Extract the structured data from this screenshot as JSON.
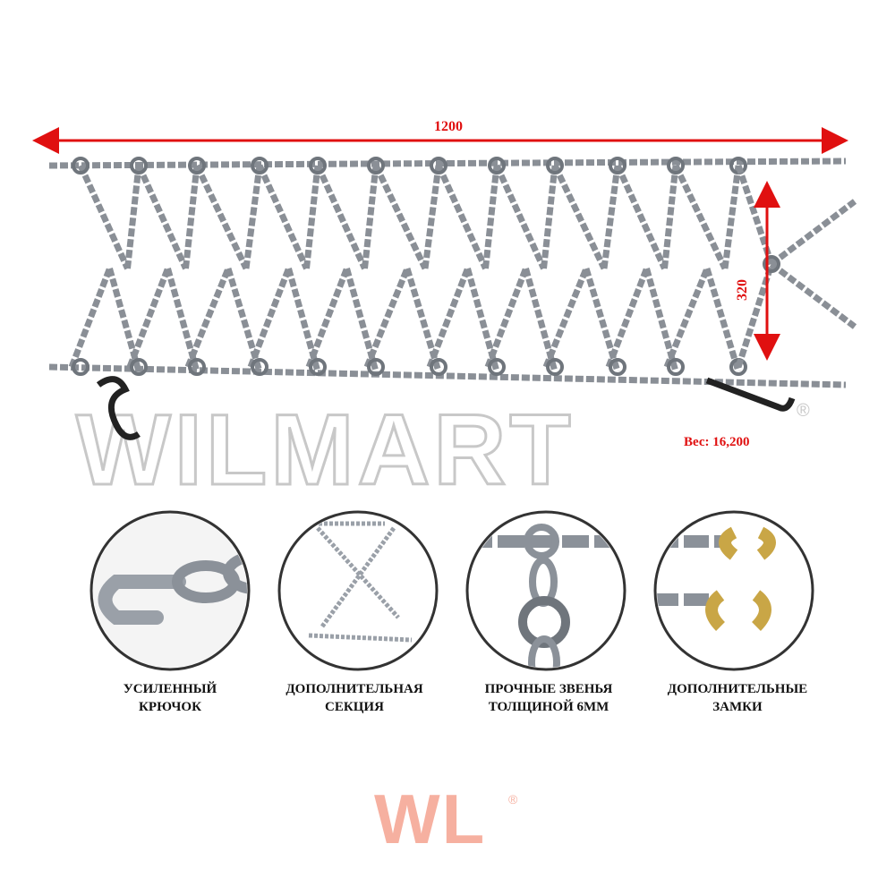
{
  "dimensions": {
    "length": "1200",
    "height": "320"
  },
  "weight": "Вес: 16,200",
  "watermark": "WILMART",
  "registered": "®",
  "logo": "WL",
  "colors": {
    "dimension": "#e01010",
    "chain": "#8a8f96",
    "lock": "#c9a646",
    "logo": "#f6b0a0"
  },
  "features": [
    {
      "line1": "УСИЛЕННЫЙ",
      "line2": "КРЮЧОК"
    },
    {
      "line1": "ДОПОЛНИТЕЛЬНАЯ",
      "line2": "СЕКЦИЯ"
    },
    {
      "line1": "ПРОЧНЫЕ ЗВЕНЬЯ",
      "line2": "ТОЛЩИНОЙ 6ММ"
    },
    {
      "line1": "ДОПОЛНИТЕЛЬНЫЕ",
      "line2": "ЗАМКИ"
    }
  ]
}
